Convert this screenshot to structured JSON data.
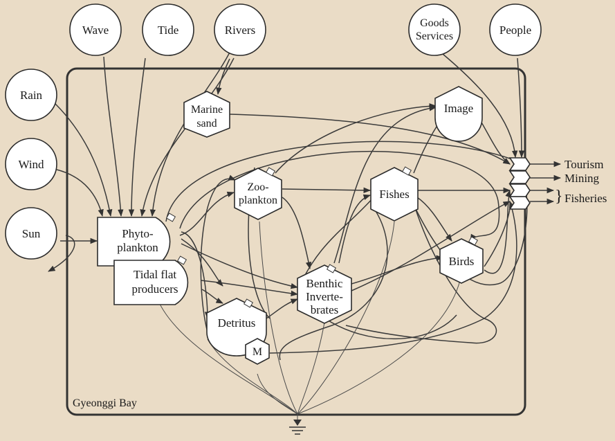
{
  "diagram": {
    "system_label": "Gyeonggi Bay",
    "sources": {
      "wave": "Wave",
      "tide": "Tide",
      "rivers": "Rivers",
      "goods_services_line1": "Goods",
      "goods_services_line2": "Services",
      "people": "People",
      "rain": "Rain",
      "wind": "Wind",
      "sun": "Sun"
    },
    "components": {
      "marine_sand_line1": "Marine",
      "marine_sand_line2": "sand",
      "image": "Image",
      "zooplankton_line1": "Zoo-",
      "zooplankton_line2": "plankton",
      "fishes": "Fishes",
      "phytoplankton_line1": "Phyto-",
      "phytoplankton_line2": "plankton",
      "tidal_flat_line1": "Tidal flat",
      "tidal_flat_line2": "producers",
      "benthic_line1": "Benthic",
      "benthic_line2": "Inverte-",
      "benthic_line3": "brates",
      "birds": "Birds",
      "detritus": "Detritus",
      "minerals": "M"
    },
    "outputs": {
      "tourism": "Tourism",
      "mining": "Mining",
      "fisheries": "Fisheries"
    }
  }
}
